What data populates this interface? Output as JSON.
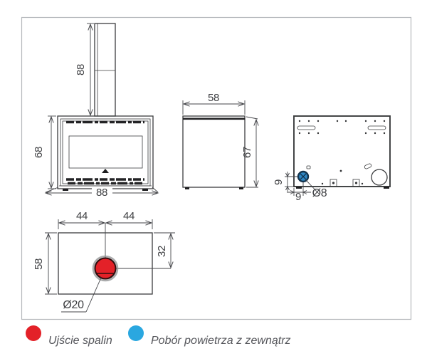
{
  "drawing": {
    "front_view": {
      "chimney_height": "88",
      "body_height": "68",
      "body_width": "88"
    },
    "side_view": {
      "depth": "58",
      "height": "67"
    },
    "back_view": {
      "air_inlet_offset_vertical": "9",
      "air_inlet_offset_horizontal": "9",
      "air_inlet_diameter": "Ø8"
    },
    "top_view": {
      "center_to_left": "44",
      "center_to_right": "44",
      "depth": "58",
      "flue_offset": "32",
      "flue_diameter": "Ø20"
    }
  },
  "legend": {
    "items": [
      {
        "name": "flue-outlet",
        "color": "#e32128",
        "label": "Ujście spalin"
      },
      {
        "name": "outside-air-intake",
        "color": "#2aa7e0",
        "label": "Pobór powietrza z zewnątrz"
      }
    ]
  },
  "colors": {
    "flue_red": "#e32128",
    "air_blue": "#2aa7e0",
    "valve_ring_navy": "#14344d",
    "valve_fill_blue": "#2e86c3",
    "line_dark": "#3b3c3e",
    "dim_gray": "#45464a",
    "frame_border": "#b4b7bb",
    "legend_text": "#54555a"
  }
}
